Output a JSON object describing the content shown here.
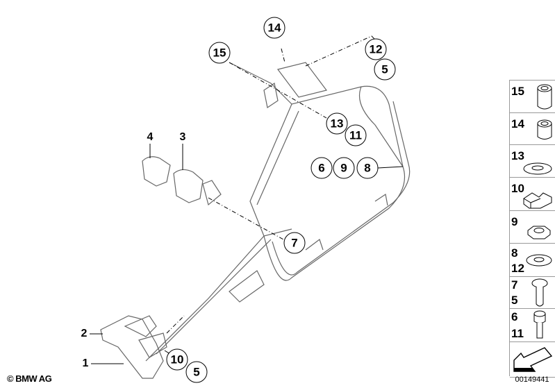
{
  "callouts": {
    "c14": "14",
    "c15": "15",
    "c12": "12",
    "c5a": "5",
    "c13": "13",
    "c11": "11",
    "c6": "6",
    "c9": "9",
    "c8": "8",
    "c7": "7",
    "c10": "10",
    "c5b": "5"
  },
  "labels": {
    "l4": "4",
    "l3": "3",
    "l2": "2",
    "l1": "1"
  },
  "panel": {
    "p15": "15",
    "p14": "14",
    "p13": "13",
    "p10": "10",
    "p9": "9",
    "p8": "8",
    "p12": "12",
    "p7": "7",
    "p5": "5",
    "p6": "6",
    "p11": "11"
  },
  "image_id": "00149441",
  "copyright": "© BMW AG"
}
